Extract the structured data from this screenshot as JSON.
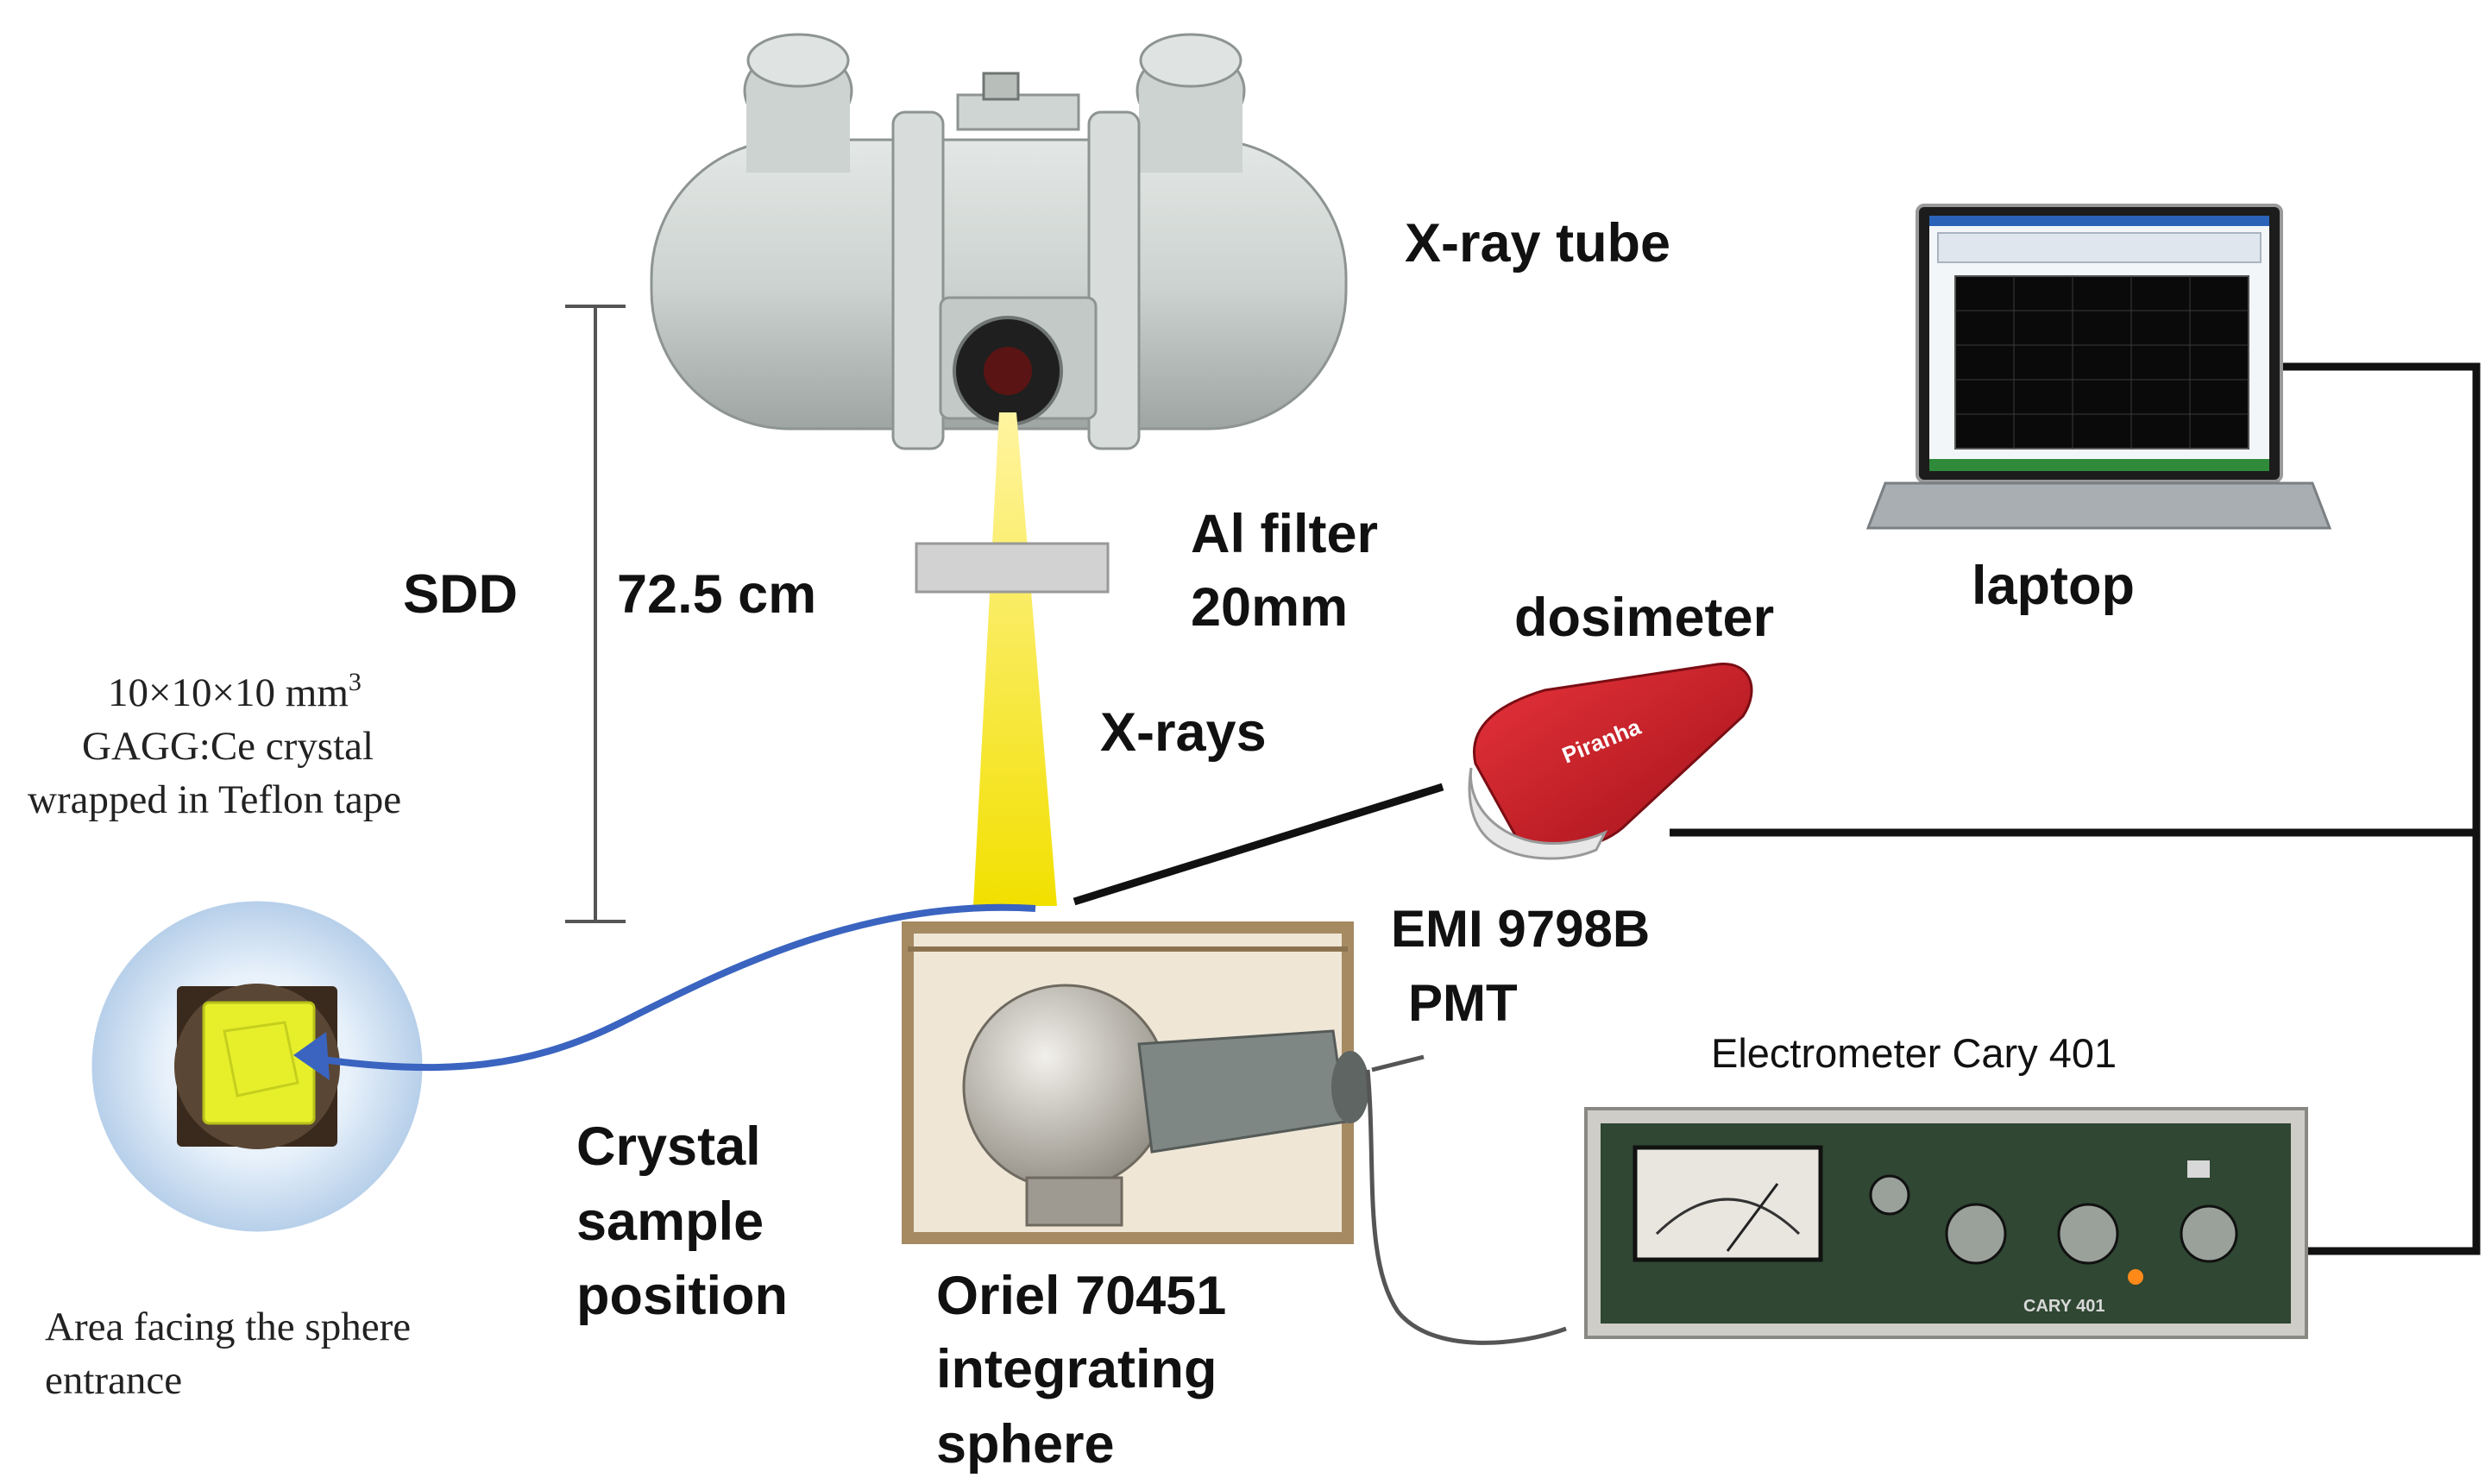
{
  "labels": {
    "xray_tube": "X-ray tube",
    "sdd": "SDD",
    "distance": "72.5 cm",
    "filter_line1": "Al filter",
    "filter_line2": "20mm",
    "xrays": "X-rays",
    "dosimeter": "dosimeter",
    "laptop": "laptop",
    "pmt_line1": "EMI 9798B",
    "pmt_line2": "PMT",
    "electrometer": "Electrometer Cary 401",
    "crystal_line1": "10×10×10 mm",
    "crystal_sup": "3",
    "crystal_line2": "GAGG:Ce crystal",
    "crystal_line3": "wrapped in Teflon tape",
    "sample_line1": "Crystal",
    "sample_line2": "sample",
    "sample_line3": "position",
    "sphere_line1": "Oriel 70451",
    "sphere_line2": "integrating",
    "sphere_line3": "sphere",
    "area_line1": "Area facing the sphere",
    "area_line2": "entrance"
  },
  "device_text": {
    "dosimeter_brand": "Piranha",
    "electrometer_badge": "CARY 401"
  },
  "colors": {
    "beam": "#f7e600",
    "arrow": "#3a64c0",
    "crystal": "#e6ef2a",
    "crystal_ring": "#cfe0f2",
    "dosimeter_red": "#d2212b",
    "tube_body": "#c9cfcc",
    "electrometer_panel": "#2f4733",
    "sphere_frame": "#a58a62"
  }
}
